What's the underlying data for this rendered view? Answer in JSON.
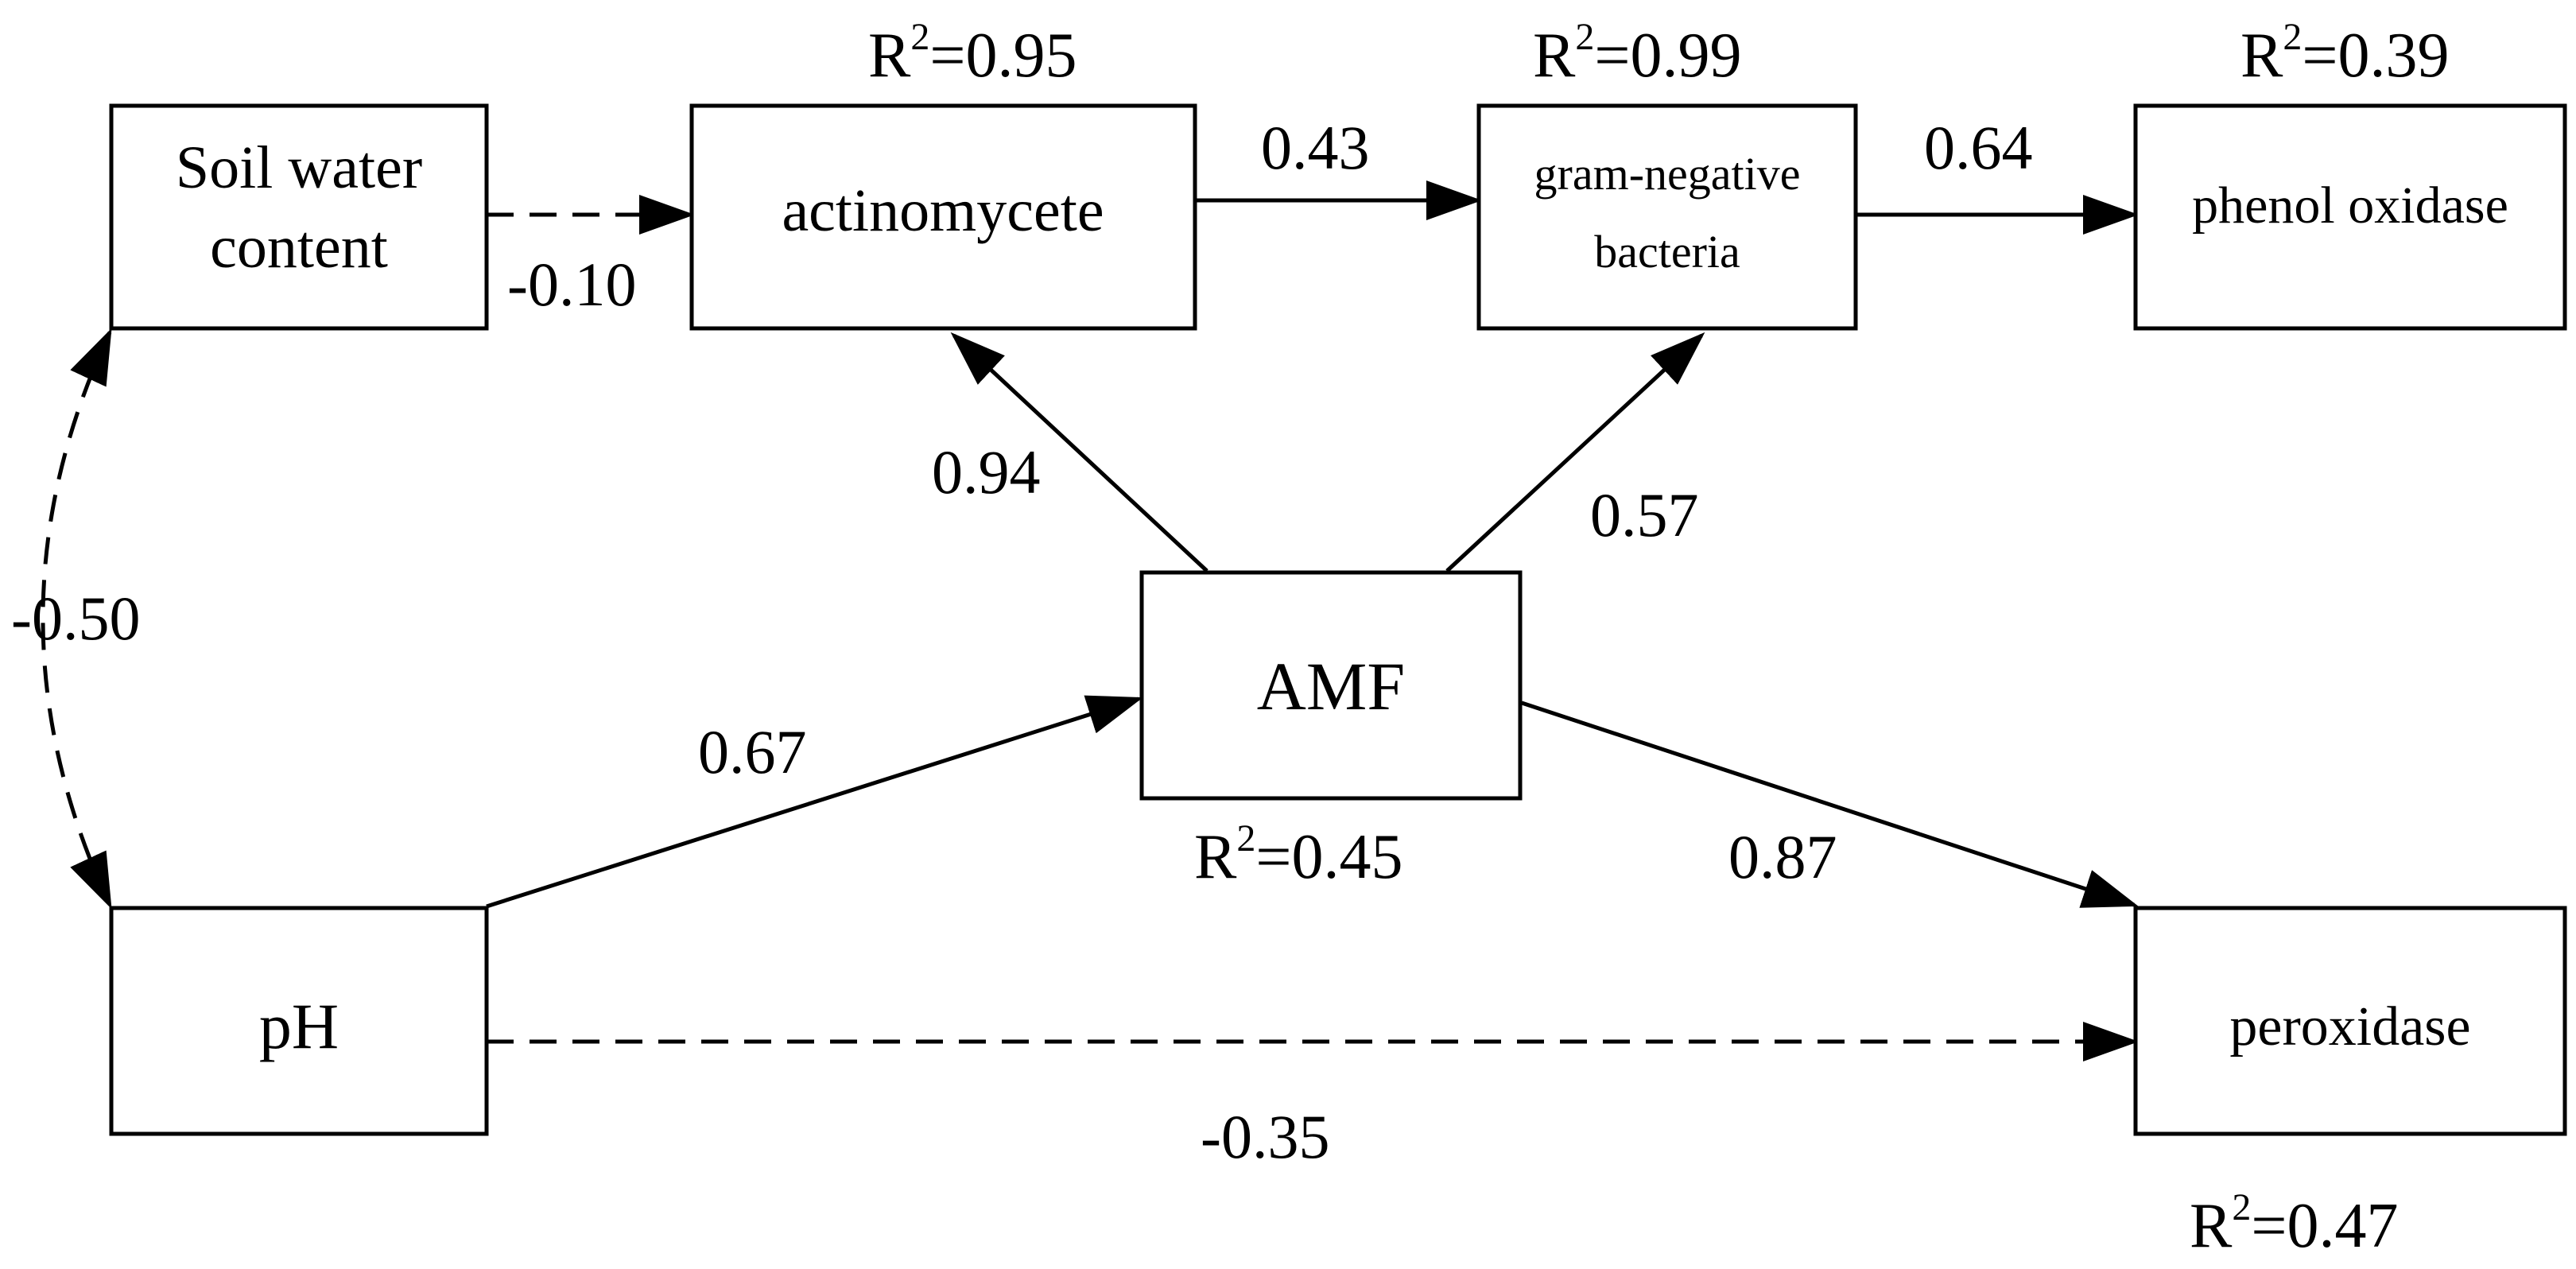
{
  "nodes": {
    "soil_water_content": {
      "label_line1": "Soil water",
      "label_line2": "content"
    },
    "actinomycete": {
      "label": "actinomycete",
      "r2": "=0.95"
    },
    "gram_negative_bacteria": {
      "label_line1": "gram-negative",
      "label_line2": "bacteria",
      "r2": "=0.99"
    },
    "phenol_oxidase": {
      "label": "phenol oxidase",
      "r2": "=0.39"
    },
    "amf": {
      "label": "AMF",
      "r2": "=0.45"
    },
    "ph": {
      "label": "pH"
    },
    "peroxidase": {
      "label": "peroxidase",
      "r2": "=0.47"
    }
  },
  "r2_symbol": "R",
  "r2_exponent": "2",
  "paths": {
    "swc_to_actinomycete": {
      "coefficient": "-0.10",
      "style": "dashed"
    },
    "actinomycete_to_gram_negative": {
      "coefficient": "0.43",
      "style": "solid"
    },
    "gram_negative_to_phenol_oxidase": {
      "coefficient": "0.64",
      "style": "solid"
    },
    "amf_to_actinomycete": {
      "coefficient": "0.94",
      "style": "solid"
    },
    "amf_to_gram_negative": {
      "coefficient": "0.57",
      "style": "solid"
    },
    "ph_swc_correlation": {
      "coefficient": "-0.50",
      "style": "dashed"
    },
    "ph_to_amf": {
      "coefficient": "0.67",
      "style": "solid"
    },
    "amf_to_peroxidase": {
      "coefficient": "0.87",
      "style": "solid"
    },
    "ph_to_peroxidase": {
      "coefficient": "-0.35",
      "style": "dashed"
    }
  },
  "colors": {
    "stroke": "#000000",
    "background": "#ffffff"
  }
}
